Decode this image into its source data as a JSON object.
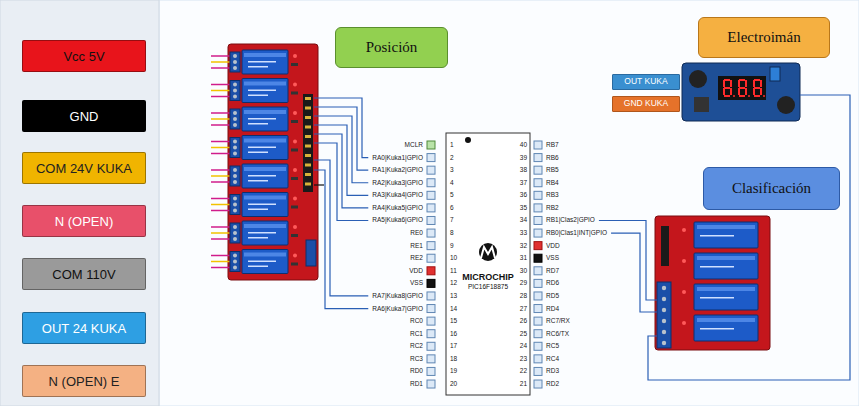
{
  "diagram": {
    "nodes": [
      {
        "text": [
          "Posición"
        ]
      },
      {
        "text": [
          "Electroimán"
        ]
      },
      {
        "text": [
          "OUT KUKA"
        ]
      },
      {
        "text": [
          "GND KUKA"
        ]
      },
      {
        "text": [
          "MICROCHIP",
          "PIC16F18875"
        ]
      },
      {
        "text": [
          "Clasificación"
        ]
      }
    ],
    "labels": [
      "MCLR",
      "1",
      "RA0|Kuka1|GPIO",
      "2",
      "RA1|Kuka2|GPIO",
      "3",
      "RA2|Kuka3|GPIO",
      "4",
      "RA3|Kuka4|GPIO",
      "5",
      "RA4|Kuka5|GPIO",
      "6",
      "RA5|Kuka6|GPIO",
      "7",
      "RE0",
      "8",
      "RE1",
      "9",
      "RE2",
      "10",
      "VDD",
      "11",
      "VSS",
      "12",
      "RA7|Kuka8|GPIO",
      "13",
      "RA6|Kuka7|GPIO",
      "14",
      "RC0",
      "15",
      "RC1",
      "16",
      "RC2",
      "17",
      "RC3",
      "18",
      "RD0",
      "19",
      "RD1",
      "20",
      "40",
      "RB7",
      "39",
      "RB6",
      "38",
      "RB5",
      "37",
      "RB4",
      "36",
      "RB3",
      "35",
      "RB2",
      "34",
      "RB1|Clas2|GPIO",
      "33",
      "RB0|Clas1|INT|GPIO",
      "32",
      "VDD",
      "31",
      "VSS",
      "30",
      "RD7",
      "29",
      "RD6",
      "28",
      "RD5",
      "27",
      "RD4",
      "26",
      "RC7/RX",
      "25",
      "RC6/TX",
      "24",
      "RC5",
      "23",
      "RC4",
      "22",
      "RD3",
      "21",
      "RD2"
    ],
    "legend": [
      {
        "text": "Vcc 5V",
        "color": "#e8141b"
      },
      {
        "text": "GND",
        "color": "#000000"
      },
      {
        "text": "COM 24V KUKA",
        "color": "#f0b400"
      },
      {
        "text": "N (OPEN)",
        "color": "#e8506a"
      },
      {
        "text": "COM 110V",
        "color": "#9a9a9a"
      },
      {
        "text": "OUT 24 KUKA",
        "color": "#2e9fe3"
      },
      {
        "text": "N (OPEN) E",
        "color": "#f4b183"
      }
    ]
  }
}
